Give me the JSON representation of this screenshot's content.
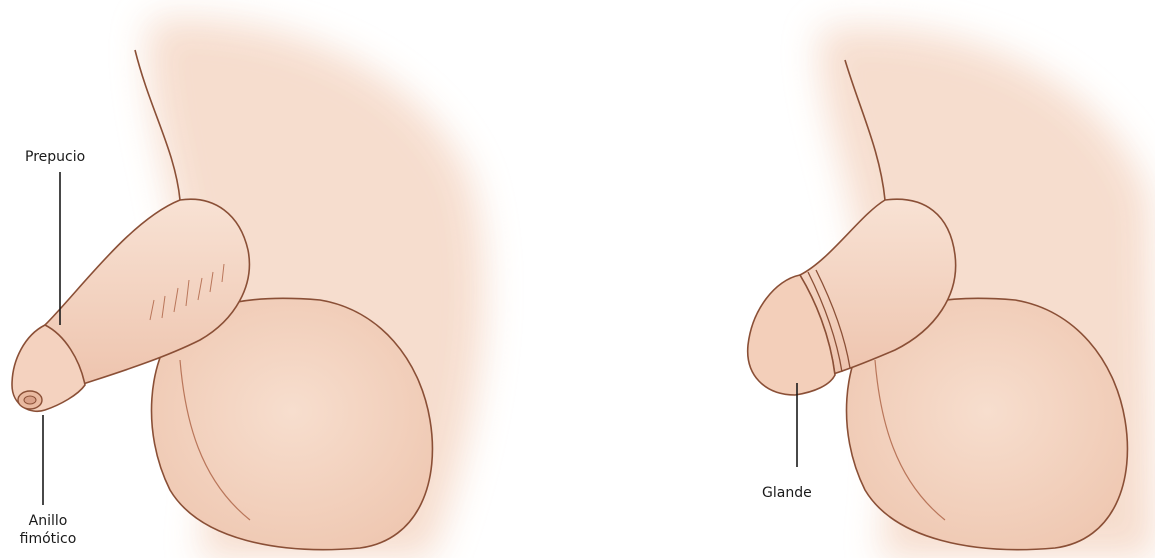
{
  "labels": {
    "prepucio": "Prepucio",
    "anillo_line1": "Anillo",
    "anillo_line2": "fimótico",
    "glande": "Glande"
  },
  "colors": {
    "skin": "#f6dccc",
    "skin_shadow": "#e9b9a0",
    "outline": "#8a4f36",
    "pointer_line": "#1a1a1a"
  }
}
